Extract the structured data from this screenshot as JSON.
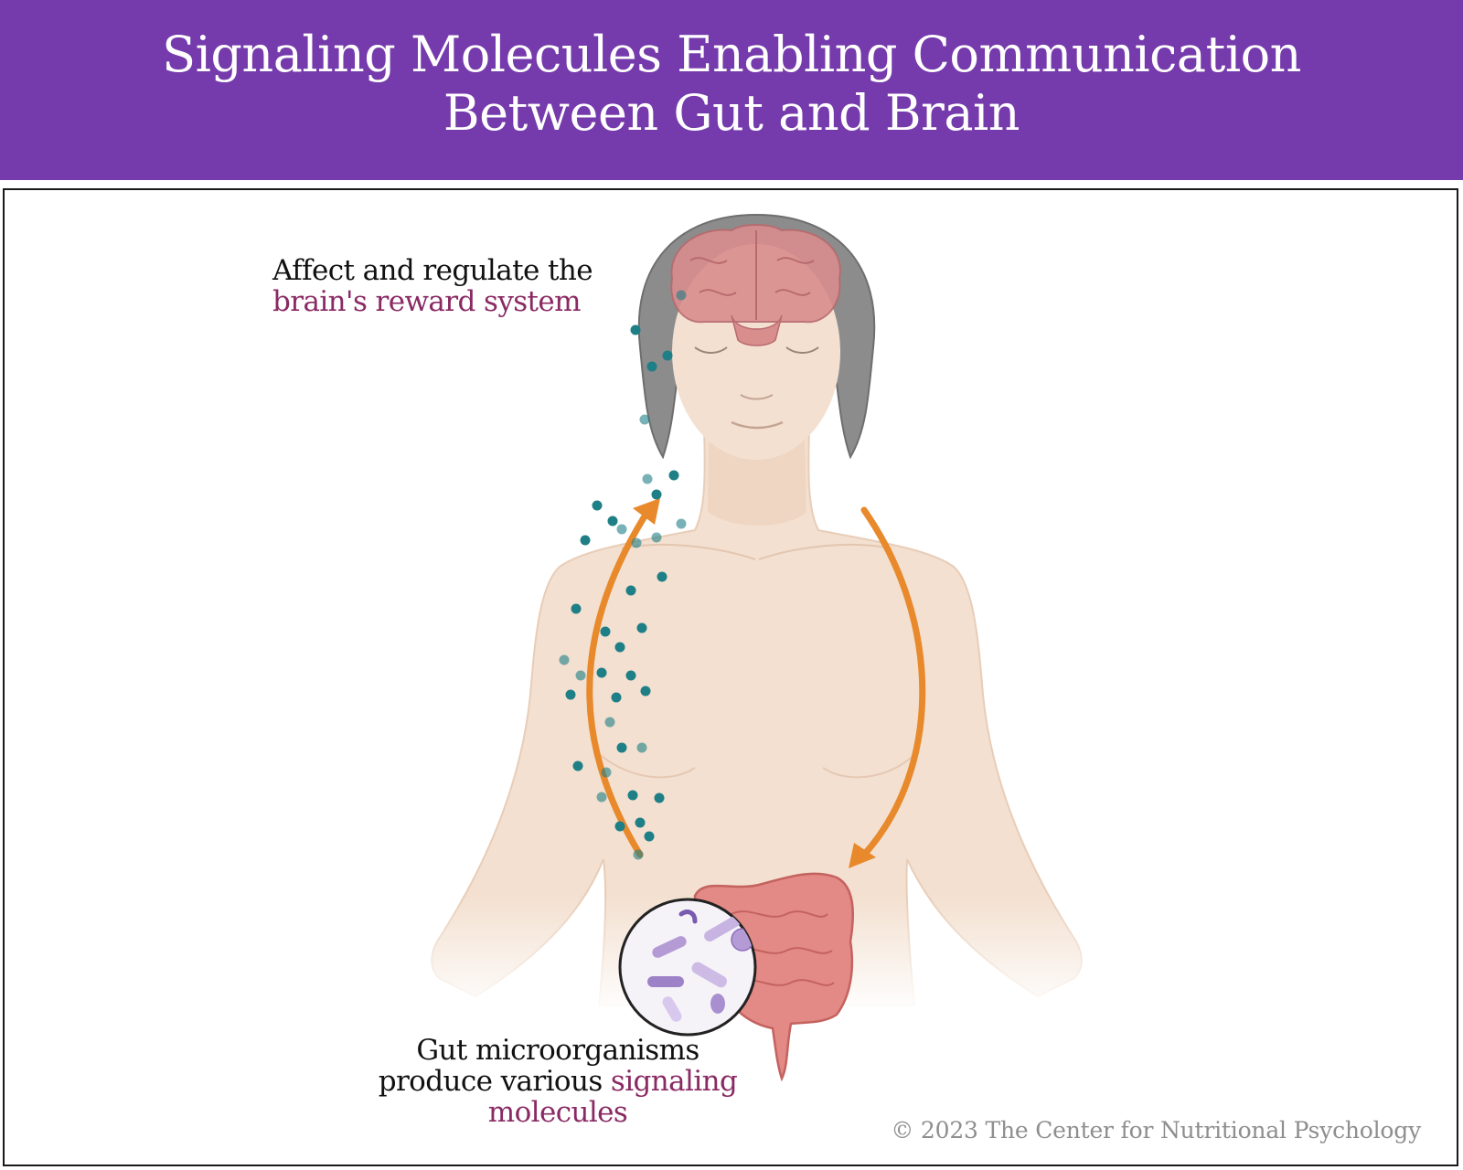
{
  "header": {
    "title_line1": "Signaling Molecules Enabling Communication",
    "title_line2": "Between Gut and Brain"
  },
  "labels": {
    "brain_line1": "Affect and regulate the",
    "brain_line2": "brain's reward system",
    "gut_line1": "Gut microorganisms",
    "gut_line2_plain": "produce various ",
    "gut_line2_accent": "signaling",
    "gut_line3": "molecules"
  },
  "footer": {
    "copyright": "© 2023 The Center for Nutritional Psychology"
  },
  "colors": {
    "banner": "#753aab",
    "accent_text": "#8a2a64",
    "arrow": "#e8892b",
    "molecule": "#1e7f86",
    "skin": "#f3e0d0",
    "hair": "#8c8c8c",
    "brain": "#d98e8e",
    "intestine": "#e48a86",
    "bacteria": "#b59bd6"
  },
  "icons": [
    "brain-icon",
    "intestine-icon",
    "bacteria-magnifier-icon",
    "molecule-dots",
    "up-arrow-icon",
    "down-arrow-icon"
  ]
}
